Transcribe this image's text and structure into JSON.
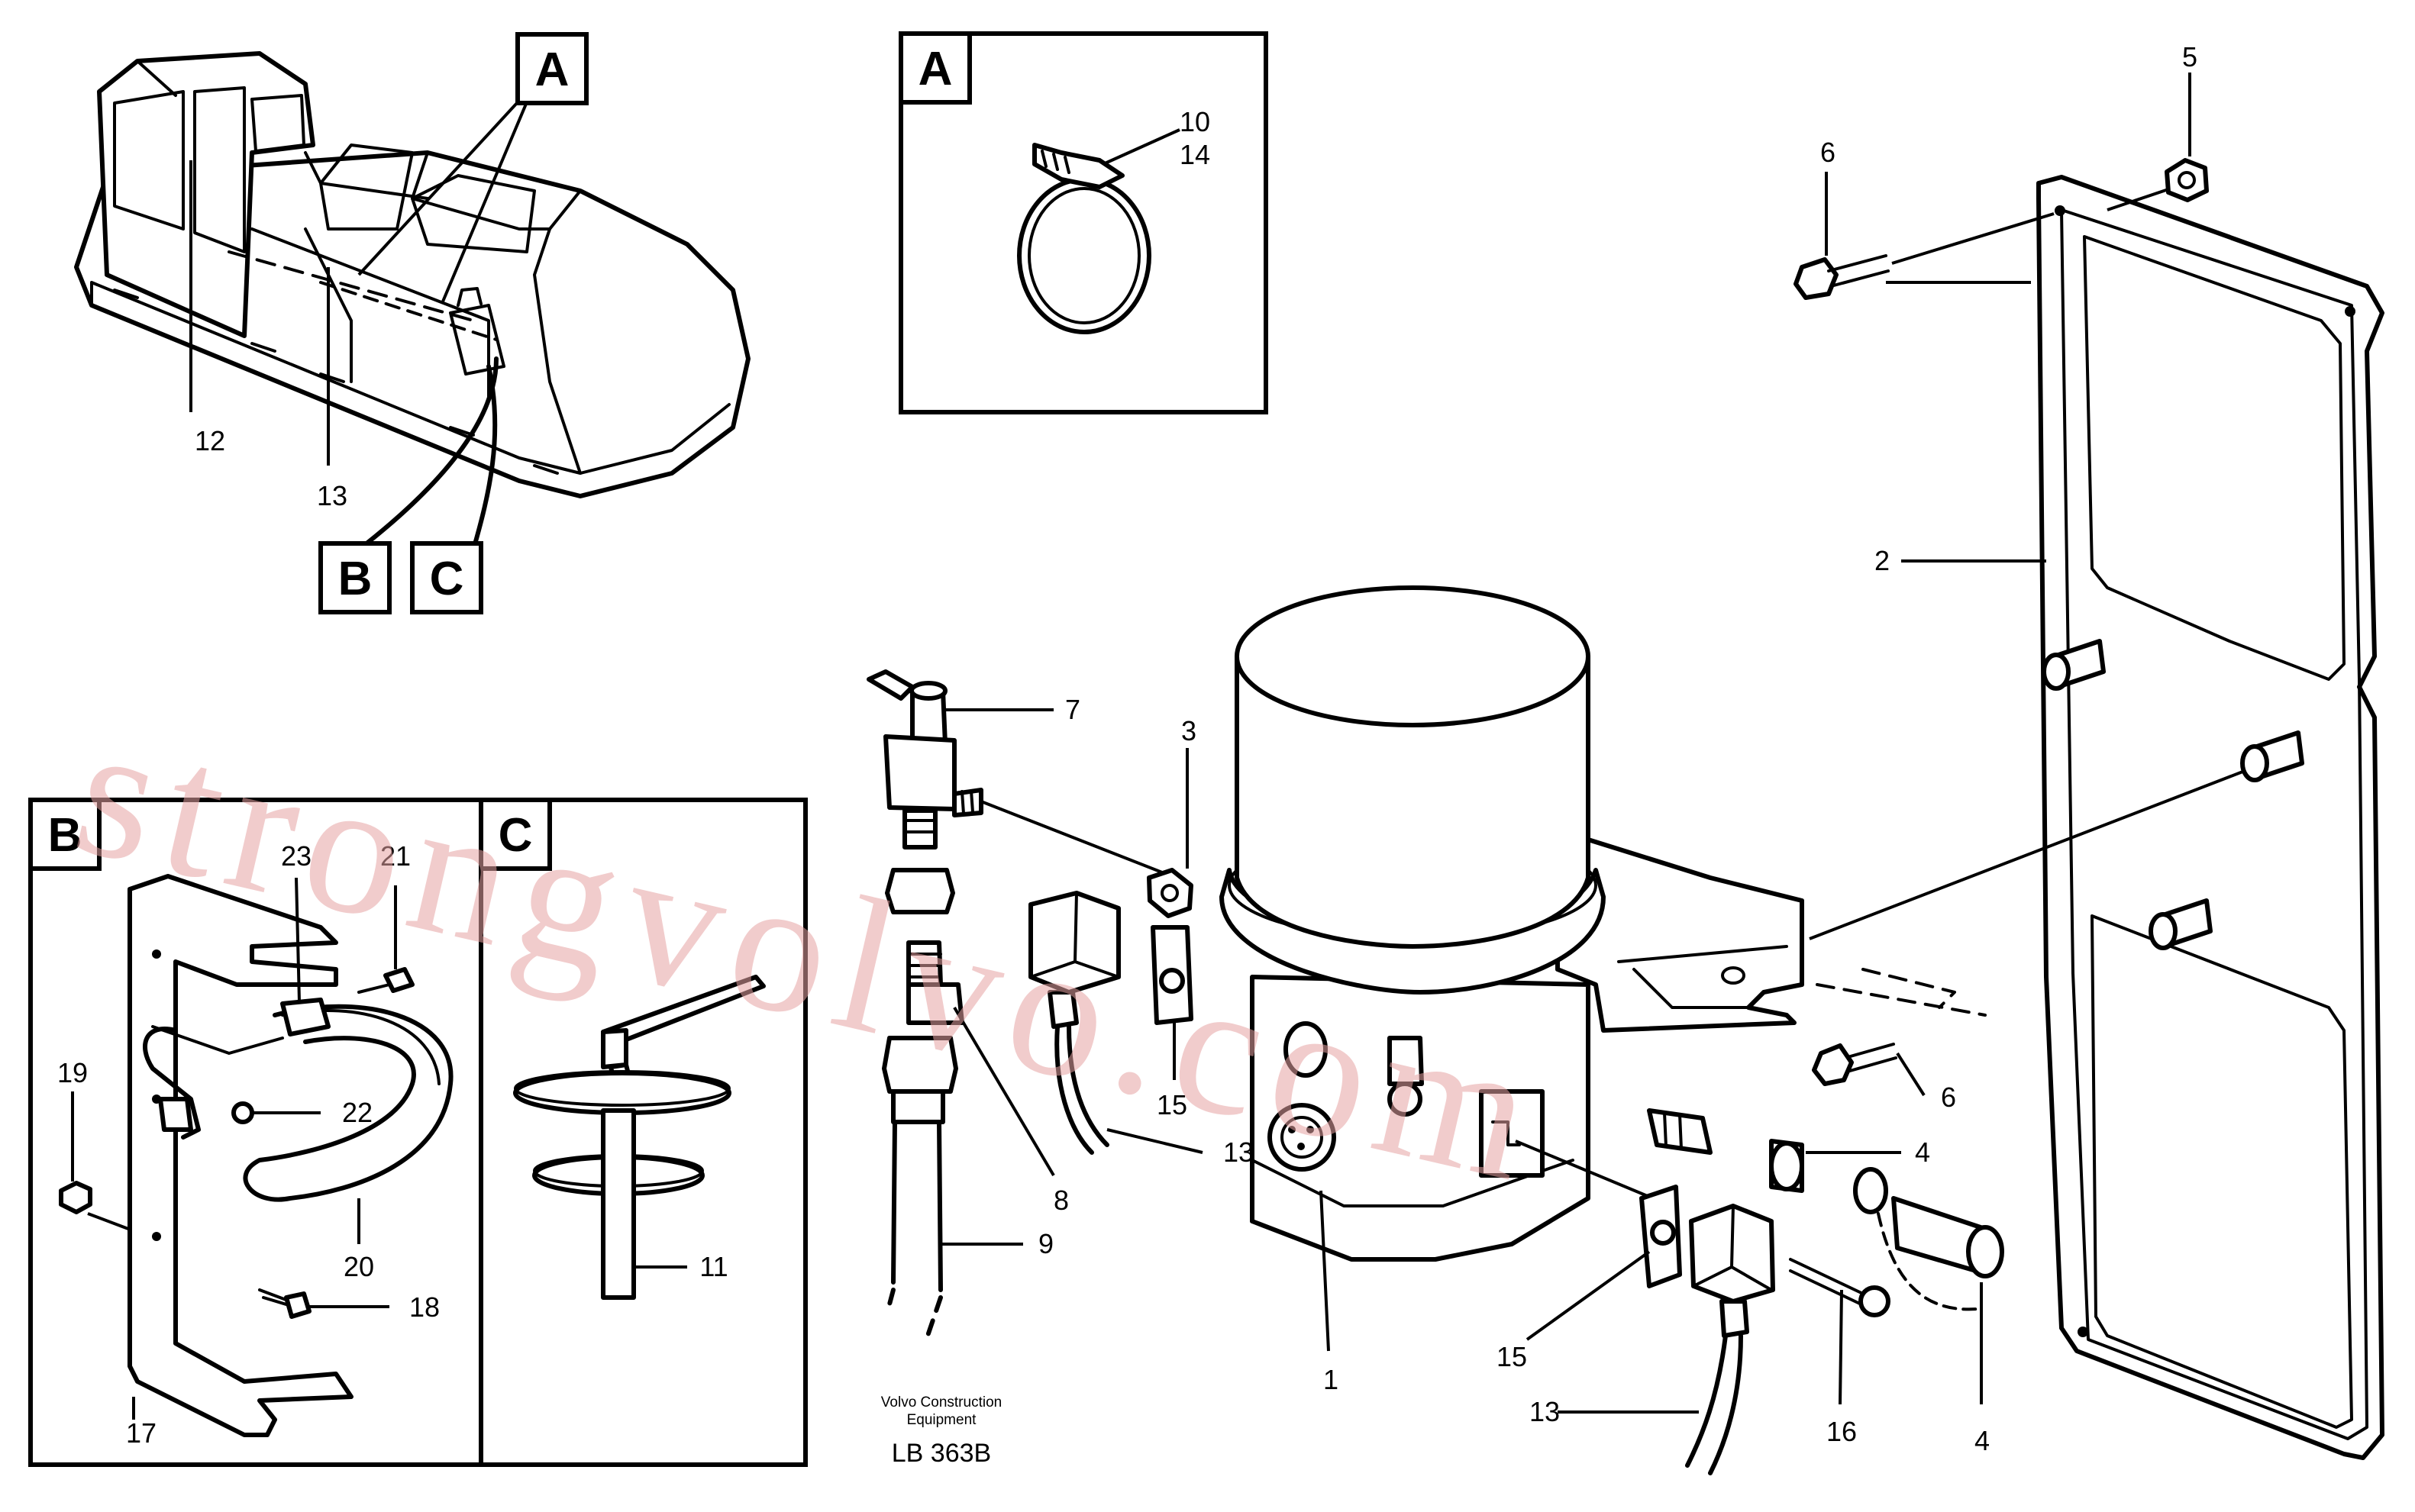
{
  "box_labels": {
    "a_main": "A",
    "a_detail": "A",
    "b_main": "B",
    "c_main": "C",
    "b_detail": "B",
    "c_detail": "C"
  },
  "callouts": {
    "c1": "1",
    "c2": "2",
    "c3": "3",
    "c4a": "4",
    "c4b": "4",
    "c5": "5",
    "c6a": "6",
    "c6b": "6",
    "c7": "7",
    "c8": "8",
    "c9": "9",
    "c10": "10",
    "c14": "14",
    "c11": "11",
    "c12": "12",
    "c13a": "13",
    "c13b": "13",
    "c13c": "13",
    "c15a": "15",
    "c15b": "15",
    "c16": "16",
    "c17": "17",
    "c18": "18",
    "c19": "19",
    "c20": "20",
    "c21": "21",
    "c22": "22",
    "c23": "23"
  },
  "credit": {
    "line1": "Volvo Construction",
    "line2": "Equipment"
  },
  "drawing_code": "LB 363B",
  "watermark": "strongvolvo.com",
  "colors": {
    "ink": "#000000",
    "watermark": "#e6a3a3",
    "paper": "#ffffff"
  }
}
